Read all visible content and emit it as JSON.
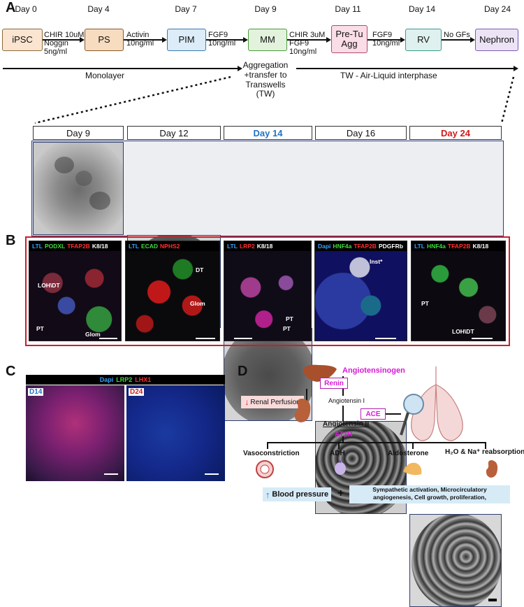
{
  "panels": {
    "a": "A",
    "b": "B",
    "c": "C",
    "d": "D"
  },
  "timeline": {
    "days": [
      "Day 0",
      "Day 4",
      "Day 7",
      "Day 9",
      "Day 11",
      "Day 14",
      "Day 24"
    ],
    "stages": [
      {
        "label": "iPSC",
        "fill": "#fbe5d0",
        "border": "#8a6a3a"
      },
      {
        "label": "PS",
        "fill": "#f7dcc0",
        "border": "#8a5a2a"
      },
      {
        "label": "PIM",
        "fill": "#dcecf8",
        "border": "#3a7ab0"
      },
      {
        "label": "MM",
        "fill": "#e2f2dc",
        "border": "#4a9a3a"
      },
      {
        "label": "Pre-Tu\nAgg",
        "fill": "#fadde6",
        "border": "#b04a6a"
      },
      {
        "label": "RV",
        "fill": "#dff1ee",
        "border": "#3a9a8a"
      },
      {
        "label": "Nephron",
        "fill": "#ece4f6",
        "border": "#7a5ab0"
      }
    ],
    "conditions": [
      "CHIR 10uM\nNoggin\n5ng/ml",
      "Activin\n10ng/ml",
      "FGF9\n10ng/ml",
      "CHIR 3uM\nFGF9\n10ng/ml",
      "FGF9\n10ng/ml",
      "No GFs"
    ],
    "monolayer": "Monolayer",
    "aggregation": "Aggregation\n+transfer to\nTranswells\n(TW)",
    "tw": "TW - Air-Liquid interphase"
  },
  "brightfield": {
    "days": [
      {
        "label": "Day 9",
        "color": "#111111",
        "bold": false
      },
      {
        "label": "Day 12",
        "color": "#111111",
        "bold": false
      },
      {
        "label": "Day 14",
        "color": "#1f73c8",
        "bold": true
      },
      {
        "label": "Day 16",
        "color": "#111111",
        "bold": false
      },
      {
        "label": "Day 24",
        "color": "#d01a1a",
        "bold": true
      }
    ]
  },
  "if_panels": [
    {
      "header": [
        [
          "LTL",
          "#36a3ff"
        ],
        [
          "PODXL",
          "#3ddc3d"
        ],
        [
          "TFAP2B",
          "#ff3030"
        ],
        [
          "K8/18",
          "#ffffff"
        ]
      ],
      "labels": [
        {
          "t": "LOH\\DT"
        },
        {
          "t": "PT"
        },
        {
          "t": "Glom"
        }
      ]
    },
    {
      "header": [
        [
          "LTL",
          "#36a3ff"
        ],
        [
          "ECAD",
          "#3ddc3d"
        ],
        [
          "NPHS2",
          "#ff3030"
        ]
      ],
      "labels": [
        {
          "t": "DT"
        },
        {
          "t": "Glom"
        }
      ]
    },
    {
      "header": [
        [
          "LTL",
          "#36a3ff"
        ],
        [
          "LRP2",
          "#ff3030"
        ],
        [
          "K8/18",
          "#ffffff"
        ]
      ],
      "labels": [
        {
          "t": "PT"
        },
        {
          "t": "PT"
        }
      ]
    },
    {
      "header": [
        [
          "Dapi",
          "#36a3ff"
        ],
        [
          "HNF4a",
          "#3ddc3d"
        ],
        [
          "TFAP2B",
          "#ff3030"
        ],
        [
          "PDGFRb",
          "#ffffff"
        ]
      ],
      "labels": [
        {
          "t": "Inst*"
        }
      ]
    },
    {
      "header": [
        [
          "LTL",
          "#36a3ff"
        ],
        [
          "HNF4a",
          "#3ddc3d"
        ],
        [
          "TFAP2B",
          "#ff3030"
        ],
        [
          "K8/18",
          "#ffffff"
        ]
      ],
      "labels": [
        {
          "t": "PT"
        },
        {
          "t": "LOH\\DT"
        }
      ]
    }
  ],
  "panel_c": {
    "header": [
      [
        "Dapi",
        "#36a3ff"
      ],
      [
        "LRP2",
        "#3ddc3d"
      ],
      [
        "LHX1",
        "#ff3030"
      ]
    ],
    "d14": "D14",
    "d24": "D24"
  },
  "panel_d": {
    "angiotensinogen": "Angiotensinogen",
    "renin": "Renin",
    "renal_perfusion": "Renal Perfusion",
    "angiotensin1": "Angiotensin I",
    "ace": "ACE",
    "angiotensin2": "Angiotensin II",
    "at1r": "AT1R",
    "effects": [
      "Vasoconstriction",
      "ADH",
      "Aldosterone",
      "H₂O & Na⁺ reabsorption"
    ],
    "blood_pressure": "Blood pressure",
    "plus": "+",
    "downstream": "Sympathetic activation, Microcirculatory angiogenesis, Cell growth, proliferation,"
  }
}
